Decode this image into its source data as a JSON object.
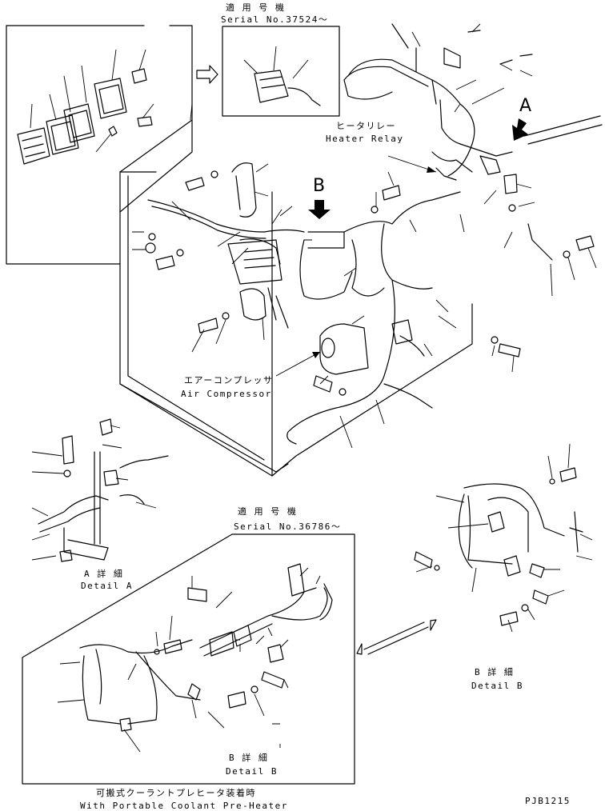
{
  "title_block": {
    "serial_jp_top": "適 用 号 機",
    "serial_top": "Serial No.37524～",
    "serial_jp_mid": "適 用 号 機",
    "serial_mid": "Serial No.36786～"
  },
  "callouts": {
    "view_a": "A",
    "view_b": "B",
    "heater_relay_jp": "ヒータリレー",
    "heater_relay_en": "Heater Relay",
    "air_comp_jp": "エアーコンプレッサ",
    "air_comp_en": "Air Compressor"
  },
  "details": {
    "detail_a_jp": "A 詳 細",
    "detail_a_en": "Detail A",
    "detail_b_right_jp": "B 詳 細",
    "detail_b_right_en": "Detail B",
    "detail_b_box_jp": "B 詳 細",
    "detail_b_box_en": "Detail B"
  },
  "footer": {
    "note_jp": "可搬式クーラントプレヒータ装着時",
    "note_en": "With Portable Coolant Pre-Heater",
    "drawing_code": "PJB1215"
  }
}
